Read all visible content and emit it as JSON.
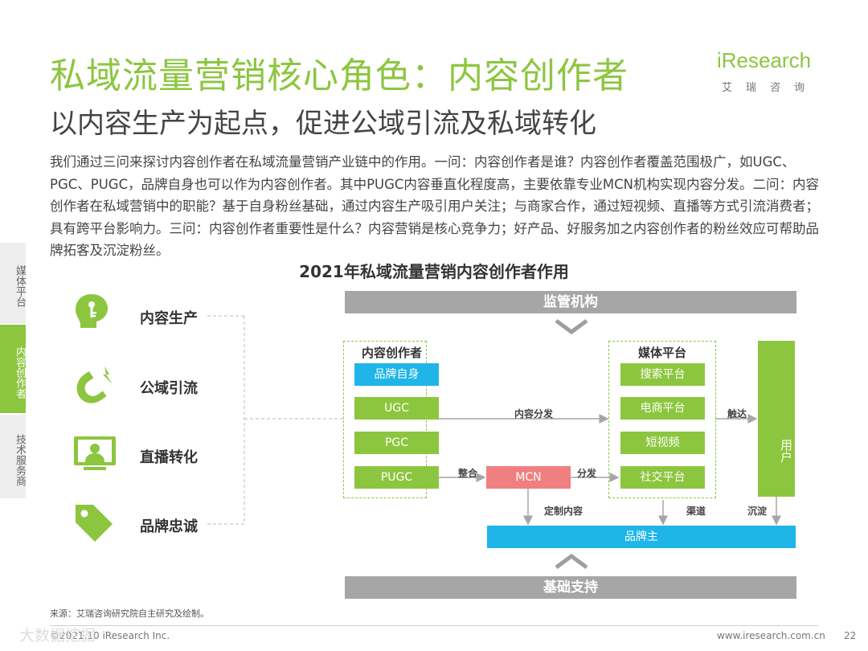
{
  "header": {
    "title": "私域流量营销核心角色：内容创作者",
    "subtitle": "以内容生产为起点，促进公域引流及私域转化"
  },
  "logo": {
    "main": "iResearch",
    "sub": "艾瑞咨询"
  },
  "intro": "我们通过三问来探讨内容创作者在私域流量营销产业链中的作用。一问：内容创作者是谁？内容创作者覆盖范围极广，如UGC、PGC、PUGC，品牌自身也可以作为内容创作者。其中PUGC内容垂直化程度高，主要依靠专业MCN机构实现内容分发。二问：内容创作者在私域营销中的职能？基于自身粉丝基础，通过内容生产吸引用户关注；与商家合作，通过短视频、直播等方式引流消费者；具有跨平台影响力。三问：内容创作者重要性是什么？内容营销是核心竞争力；好产品、好服务加之内容创作者的粉丝效应可帮助品牌拓客及沉淀粉丝。",
  "side_tabs": [
    "媒体平台",
    "内容创作者",
    "技术服务商"
  ],
  "diagram": {
    "title": "2021年私域流量营销内容创作者作用",
    "roles": [
      "内容生产",
      "公域引流",
      "直播转化",
      "品牌忠诚"
    ],
    "role_icons": [
      "lightbulb-icon",
      "magnet-icon",
      "live-stream-icon",
      "tag-icon"
    ],
    "regulator": "监管机构",
    "infrastructure": "基础支持",
    "creators_title": "内容创作者",
    "creators": [
      "品牌自身",
      "UGC",
      "PGC",
      "PUGC"
    ],
    "platforms_title": "媒体平台",
    "platforms": [
      "搜索平台",
      "电商平台",
      "短视频",
      "社交平台"
    ],
    "user": "用户",
    "mcn": "MCN",
    "brand_owner": "品牌主",
    "flows": {
      "distribution": "内容分发",
      "integrate": "整合",
      "split": "分发",
      "reach": "触达",
      "custom": "定制内容",
      "channel": "渠道",
      "retain": "沉淀"
    },
    "colors": {
      "green": "#8cc63f",
      "blue": "#1fb5e8",
      "mcn": "#f08080",
      "gray": "#a6a6a6"
    }
  },
  "footer": {
    "source": "来源：艾瑞咨询研究院自主研究及绘制。",
    "copyright": "©2021.10 iResearch Inc.",
    "website": "www.iresearch.com.cn",
    "page": "22"
  },
  "watermark": "大数据挖掘"
}
